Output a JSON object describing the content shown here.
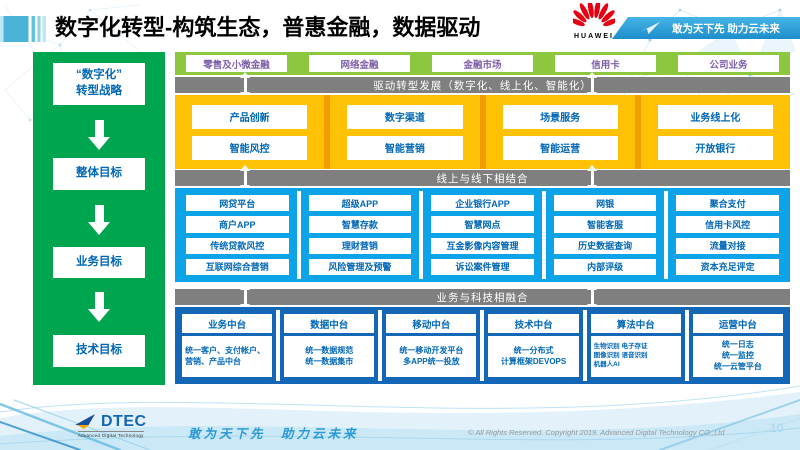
{
  "page": {
    "title": "数字化转型-构筑生态，普惠金融，数据驱动",
    "page_number": "10"
  },
  "header": {
    "brand": "HUAWEI",
    "slogan": "敢为天下先 助力云未来"
  },
  "sidebar": {
    "items": [
      {
        "label": "“数字化”\n转型战略"
      },
      {
        "label": "整体目标"
      },
      {
        "label": "业务目标"
      },
      {
        "label": "技术目标"
      }
    ]
  },
  "business_lines": [
    "零售及小微金融",
    "网络金融",
    "金融市场",
    "信用卡",
    "公司业务"
  ],
  "banners": {
    "drive": "驱动转型发展（数字化、线上化、智能化）",
    "online_offline": "线上与线下相结合",
    "fusion": "业务与科技相融合"
  },
  "capabilities": {
    "row1": [
      "产品创新",
      "数字渠道",
      "场景服务",
      "业务线上化"
    ],
    "row2": [
      "智能风控",
      "智能营销",
      "智能运营",
      "开放银行"
    ]
  },
  "channels": {
    "rows": [
      [
        "网贷平台",
        "超级APP",
        "企业银行APP",
        "网银",
        "聚合支付"
      ],
      [
        "商户APP",
        "智慧存款",
        "智慧网点",
        "智能客服",
        "信用卡风控"
      ],
      [
        "传统贷款风控",
        "理财营销",
        "互金影像内容管理",
        "历史数据查询",
        "流量对接"
      ],
      [
        "互联网综合营销",
        "风险管理及预警",
        "诉讼案件管理",
        "内部评级",
        "资本充足评定"
      ]
    ]
  },
  "platforms": [
    {
      "name": "业务中台",
      "detail": "统一客户、支付帐户、营销、产品中台"
    },
    {
      "name": "数据中台",
      "detail": "统一数据规范\n统一数据集市"
    },
    {
      "name": "移动中台",
      "detail": "统一移动开发平台\n多APP统一投放"
    },
    {
      "name": "技术中台",
      "detail": "统一分布式\n计算框架DEVOPS"
    },
    {
      "name": "算法中台",
      "detail": "生物识别 电子存证\n图像识别 语音识别\n机器人AI"
    },
    {
      "name": "运营中台",
      "detail": "统一日志\n统一监控\n统一云管平台"
    }
  ],
  "footer": {
    "logo": "DTEC",
    "logo_sub": "Advanced Digital Technology",
    "slogan": "敢为天下先　助力云未来",
    "copyright": "© All Rights Reserved. Copyright 2019. Advanced Digital Technology CO.,Ltd"
  },
  "icons": {
    "huawei_logo": "huawei-flower",
    "plane": "paper-plane",
    "banner_arrows": "double-vertical-arrow",
    "sidebar_arrows": "down-arrow"
  },
  "colors": {
    "sidebar_green": "#00A64F",
    "lime_green": "#8DC63F",
    "yellow": "#FFC104",
    "cyan": "#0CA3E8",
    "dark_blue": "#1467B6",
    "banner_gray": "#7F7F7F",
    "purple_text": "#7D5FA8",
    "blue_text": "#0067B5",
    "huawei_red": "#E60012"
  }
}
